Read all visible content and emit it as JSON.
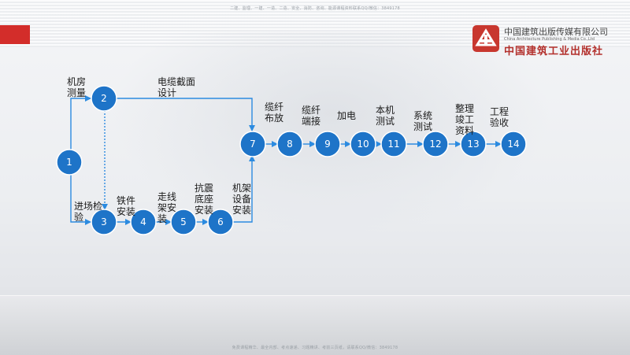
{
  "header_note": "二建、监理、一建、一造、二造、安全、消防、咨询、能源课程资料联系QQ/微信：3849178",
  "footer_note": "免费课程精华、最全内部、考点速递、习题精讲、考前三页纸，请联系QQ/微信：3849178",
  "logo": {
    "name_cn": "中国建筑出版传媒有限公司",
    "name_en": "China Architecture Publishing & Media Co.,Ltd",
    "calligraphy": "中国建筑工业出版社"
  },
  "nodes": [
    "1",
    "2",
    "3",
    "4",
    "5",
    "6",
    "7",
    "8",
    "9",
    "10",
    "11",
    "12",
    "13",
    "14"
  ],
  "activities": {
    "a_1_2": "机房\n测量",
    "a_2_7": "电缆截面\n设计",
    "a_1_3": "进场检\n验",
    "a_3_4": "铁件\n安装",
    "a_4_5": "走线\n架安\n装",
    "a_5_6": "抗震\n底座\n安装",
    "a_6_7": "机架\n设备\n安装",
    "a_7_8": "缆纤\n布放",
    "a_8_9": "缆纤\n端接",
    "a_9_10": "加电",
    "a_10_11": "本机\n测试",
    "a_11_12": "系统\n测试",
    "a_12_13": "整理\n竣工\n资料",
    "a_13_14": "工程\n验收"
  },
  "colors": {
    "node": "#1e74c8",
    "arrow": "#2c8be0",
    "accent": "#d32d2a"
  }
}
